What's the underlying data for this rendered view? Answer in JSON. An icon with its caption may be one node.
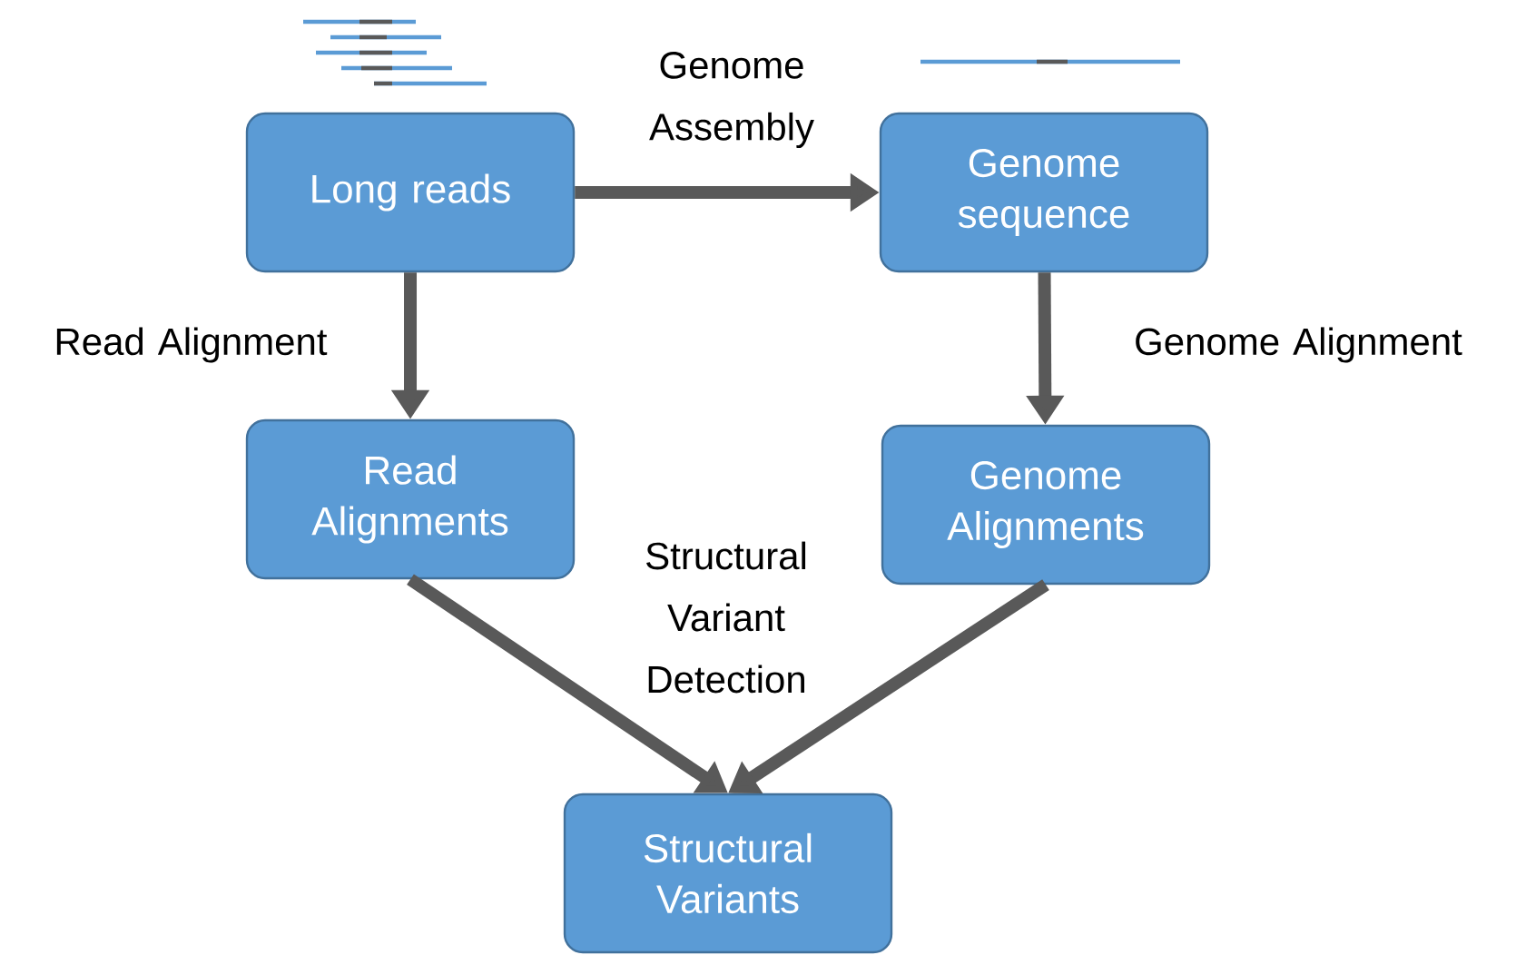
{
  "diagram": {
    "nodes": [
      {
        "text": [
          "Long reads"
        ]
      },
      {
        "text": [
          "Genome sequence"
        ]
      },
      {
        "text": [
          "Read Alignments"
        ]
      },
      {
        "text": [
          "Genome Alignments"
        ]
      },
      {
        "text": [
          "Structural Variants"
        ]
      }
    ],
    "edges": [
      {
        "from": 0,
        "to": 1,
        "arrow": "to",
        "label": "Genome Assembly"
      },
      {
        "from": 0,
        "to": 2,
        "arrow": "to",
        "label": "Read Alignment"
      },
      {
        "from": 1,
        "to": 3,
        "arrow": "to",
        "label": "Genome Alignment"
      },
      {
        "from": 2,
        "to": 4,
        "arrow": "to"
      },
      {
        "from": 3,
        "to": 4,
        "arrow": "to"
      }
    ],
    "labels": [
      "Structural Variant Detection"
    ]
  }
}
